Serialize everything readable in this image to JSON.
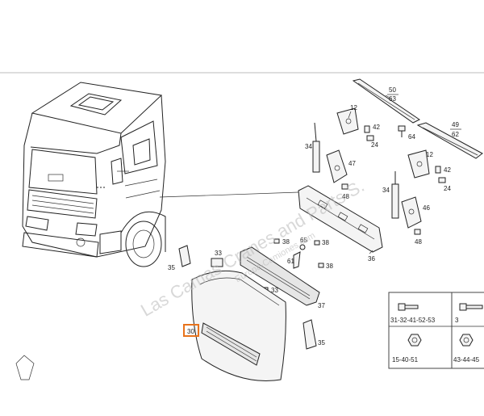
{
  "watermark": {
    "main": "Las Camas Cranes and Parts S.",
    "sub": "Europa-Camiones.com"
  },
  "callouts": {
    "c50_63_top": "50",
    "c50_63_bot": "63",
    "c49_62_top": "49",
    "c49_62_bot": "62",
    "c12a": "12",
    "c42a": "42",
    "c24a": "24",
    "c64": "64",
    "c34a": "34",
    "c47": "47",
    "c48a": "48",
    "c12b": "12",
    "c42b": "42",
    "c24b": "24",
    "c34b": "34",
    "c46": "46",
    "c48b": "48",
    "c38a": "38",
    "c65": "65",
    "c38b": "38",
    "c61": "61",
    "c38c": "38",
    "c36": "36",
    "c33a": "33",
    "c35a": "35",
    "c33b": "33",
    "c37": "37",
    "c35b": "35",
    "c30": "30"
  },
  "legend": {
    "bolt_label": "31-32-41-52-53",
    "nut_label": "15-40-51",
    "bolt2_label": "3",
    "nut2_label": "43-44-45"
  },
  "colors": {
    "highlight": "#e8731c",
    "line": "#222222",
    "watermark": "#b9b9b9"
  }
}
